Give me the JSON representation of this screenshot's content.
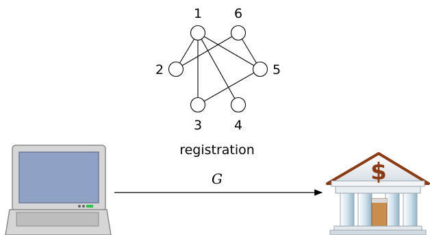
{
  "graph": {
    "nodes": [
      {
        "id": "1",
        "label": "1"
      },
      {
        "id": "6",
        "label": "6"
      },
      {
        "id": "2",
        "label": "2"
      },
      {
        "id": "5",
        "label": "5"
      },
      {
        "id": "3",
        "label": "3"
      },
      {
        "id": "4",
        "label": "4"
      }
    ],
    "edges": [
      [
        "1",
        "2"
      ],
      [
        "1",
        "3"
      ],
      [
        "1",
        "4"
      ],
      [
        "1",
        "5"
      ],
      [
        "2",
        "6"
      ],
      [
        "6",
        "5"
      ],
      [
        "3",
        "5"
      ]
    ]
  },
  "caption": "registration",
  "arrow_label": "G",
  "icons": {
    "client": "laptop-icon",
    "server": "bank-icon",
    "bank_symbol": "$"
  },
  "colors": {
    "screen": "#8fa1c4",
    "bank_roof": "#8b3a14",
    "bank_door": "#c98d4e"
  }
}
